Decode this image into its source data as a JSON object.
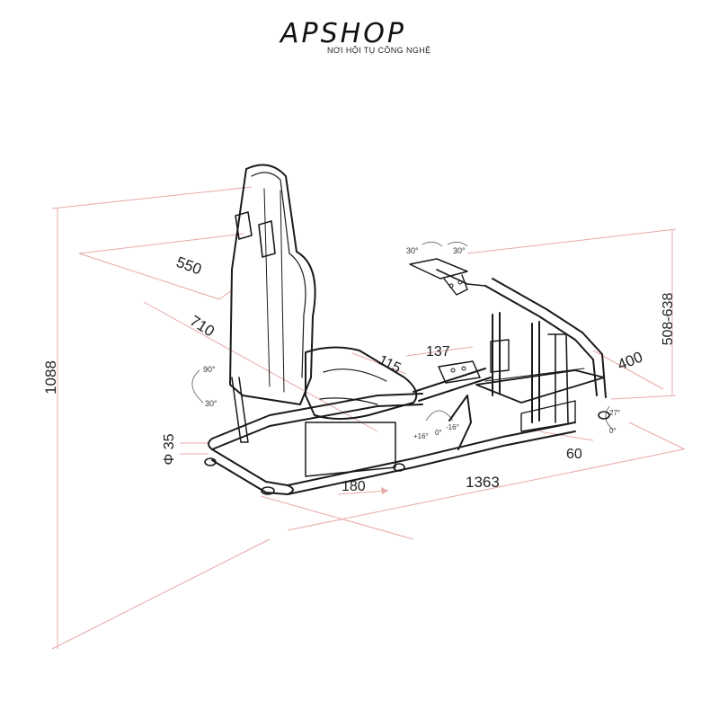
{
  "header": {
    "brand": "APSHOP",
    "tagline": "NƠI HỘI TỤ CÔNG NGHỆ"
  },
  "diagram": {
    "dimensions": {
      "height_total": "1088",
      "seat_depth": "550",
      "seat_diagonal": "710",
      "pedal_offset": "115",
      "pedal_width": "137",
      "wheel_height": "508-638",
      "wheel_deck_depth": "400",
      "tube_diameter": "Φ 35",
      "base_offset": "180",
      "total_length": "1363",
      "deck_offset": "60"
    },
    "angles": {
      "wheel_left": "30°",
      "wheel_right": "30°",
      "seat_up": "90°",
      "seat_down": "30°",
      "pedal_plus": "+16°",
      "pedal_zero": "0°",
      "pedal_minus": "-16°",
      "deck_tilt": "27°",
      "deck_zero": "0°"
    },
    "colors": {
      "dimension_line": "#e8a8a8",
      "frame_line": "#1a1a1a",
      "text": "#222222"
    }
  }
}
